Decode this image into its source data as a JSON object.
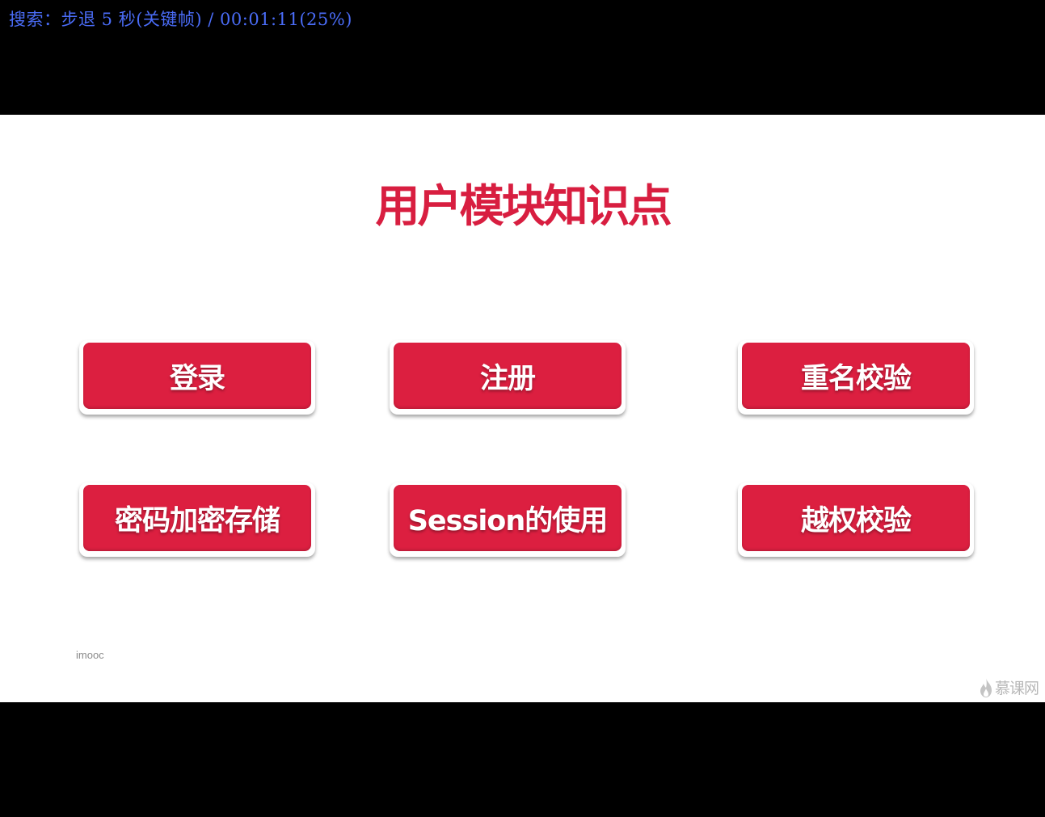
{
  "osd": {
    "text": "搜索：步退 5 秒(关键帧) / 00:01:11(25%)",
    "progress_percent": 25,
    "color": "#4a6cf7"
  },
  "slide": {
    "title": "用户模块知识点",
    "accent_color": "#dc1f40",
    "cards": [
      {
        "label": "登录"
      },
      {
        "label": "注册"
      },
      {
        "label": "重名校验"
      },
      {
        "label": "密码加密存储"
      },
      {
        "label": "Session的使用"
      },
      {
        "label": "越权校验"
      }
    ],
    "footer_text": "imooc",
    "watermark": {
      "text": "慕课网",
      "icon": "flame-icon"
    }
  }
}
